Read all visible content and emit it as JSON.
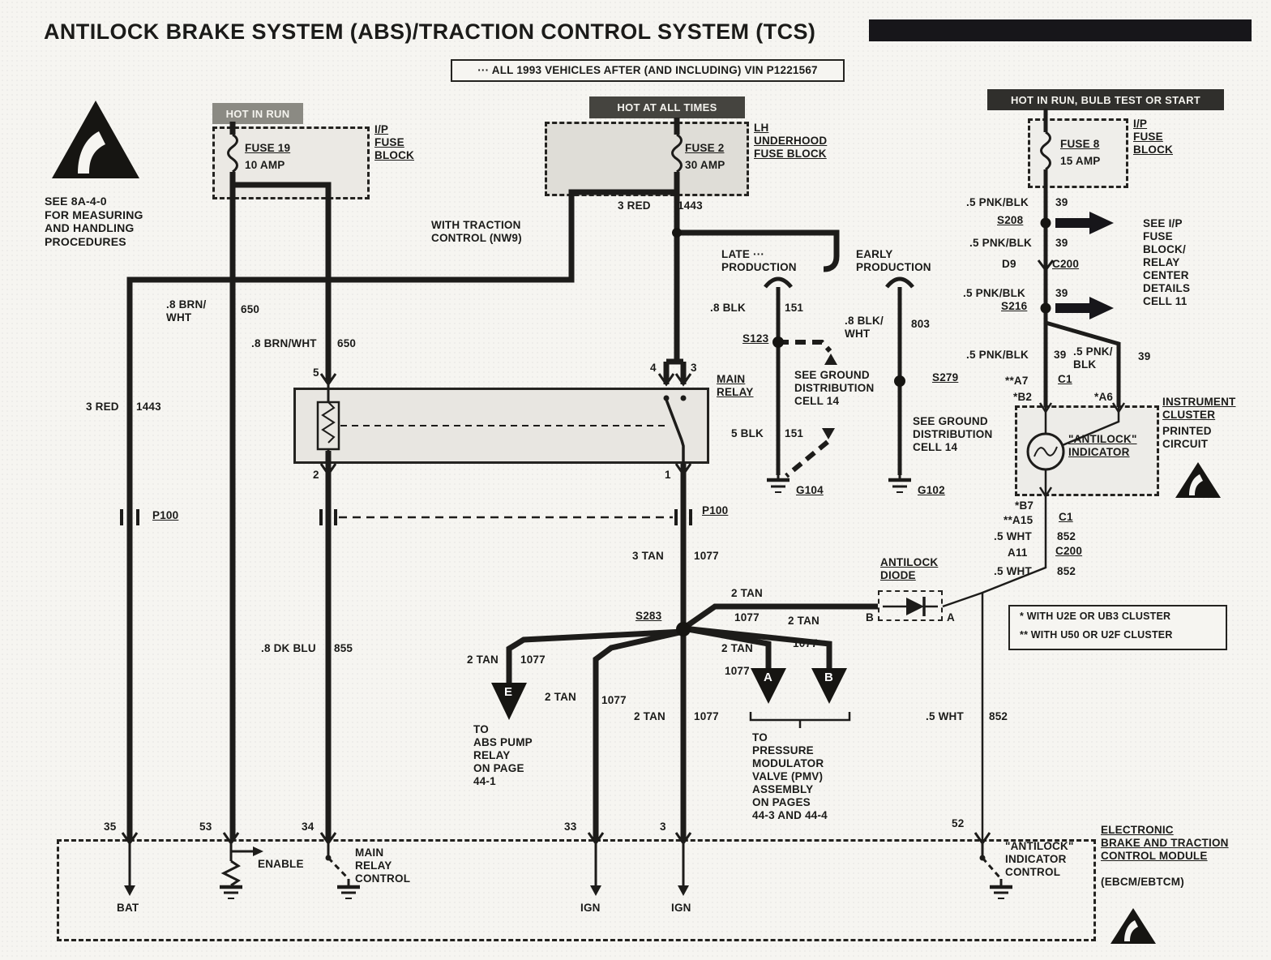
{
  "title": "ANTILOCK BRAKE SYSTEM (ABS)/TRACTION CONTROL SYSTEM (TCS)",
  "vin_note": "··· ALL 1993 VEHICLES AFTER (AND INCLUDING) VIN P1221567",
  "esd_note": "SEE 8A-4-0\nFOR MEASURING\nAND HANDLING\nPROCEDURES",
  "power": {
    "left": "HOT IN RUN",
    "mid": "HOT AT ALL TIMES",
    "right": "HOT IN RUN, BULB TEST OR START"
  },
  "fuses": {
    "f19": {
      "name": "FUSE 19",
      "amp": "10 AMP",
      "block": "I/P\nFUSE\nBLOCK"
    },
    "f2": {
      "name": "FUSE 2",
      "amp": "30 AMP",
      "block": "LH\nUNDERHOOD\nFUSE BLOCK"
    },
    "f8": {
      "name": "FUSE 8",
      "amp": "15 AMP",
      "block": "I/P\nFUSE\nBLOCK"
    }
  },
  "notes": {
    "with_tc": "WITH TRACTION\nCONTROL (NW9)",
    "late": "LATE ···\nPRODUCTION",
    "early": "EARLY\nPRODUCTION",
    "gnd1": "SEE GROUND\nDISTRIBUTION\nCELL 14",
    "gnd2": "SEE GROUND\nDISTRIBUTION\nCELL 14",
    "see_ip": "SEE I/P\nFUSE\nBLOCK/\nRELAY\nCENTER\nDETAILS\nCELL 11",
    "cluster_note1": "*  WITH U2E OR UB3 CLUSTER",
    "cluster_note2": "** WITH U50 OR U2F CLUSTER",
    "to_abs": "TO\nABS PUMP\nRELAY\nON PAGE\n44-1",
    "to_pmv": "TO\nPRESSURE\nMODULATOR\nVALVE (PMV)\nASSEMBLY\nON PAGES\n44-3 AND 44-4"
  },
  "wires": {
    "brnwht1": {
      "gauge": ".8 BRN/\nWHT",
      "ckt": "650"
    },
    "brnwht2": {
      "gauge": ".8 BRN/WHT",
      "ckt": "650"
    },
    "red1": {
      "gauge": "3 RED",
      "ckt": "1443"
    },
    "red2": {
      "gauge": "3 RED",
      "ckt": "1443"
    },
    "dkblu": {
      "gauge": ".8 DK BLU",
      "ckt": "855"
    },
    "blk": {
      "gauge": ".8 BLK",
      "ckt": "151"
    },
    "blkwht": {
      "gauge": ".8 BLK/\nWHT",
      "ckt": "803"
    },
    "blk5": {
      "gauge": "5 BLK",
      "ckt": "151"
    },
    "tan3": {
      "gauge": "3 TAN",
      "ckt": "1077"
    },
    "tan_diode": {
      "gauge": "2 TAN",
      "ckt": "1077"
    },
    "tan_a": {
      "gauge": "2 TAN",
      "ckt": "1077"
    },
    "tan_b": {
      "gauge": "2 TAN",
      "ckt": "1077"
    },
    "tan_e": {
      "gauge": "2 TAN",
      "ckt": "1077"
    },
    "tan_33": {
      "gauge": "2 TAN",
      "ckt": "1077"
    },
    "tan_3": {
      "gauge": "2 TAN",
      "ckt": "1077"
    },
    "pnk1": {
      "gauge": ".5 PNK/BLK",
      "ckt": "39"
    },
    "pnk2": {
      "gauge": ".5 PNK/BLK",
      "ckt": "39"
    },
    "pnk3": {
      "gauge": ".5 PNK/BLK",
      "ckt": "39"
    },
    "pnk4": {
      "gauge": ".5 PNK/BLK",
      "ckt": "39"
    },
    "pnk5": {
      "gauge": ".5 PNK/\nBLK",
      "ckt": "39"
    },
    "wht1": {
      "gauge": ".5 WHT",
      "ckt": "852"
    },
    "wht2": {
      "gauge": ".5 WHT",
      "ckt": "852"
    },
    "wht3": {
      "gauge": ".5 WHT",
      "ckt": "852"
    }
  },
  "connectors": {
    "p100_l": "P100",
    "p100_r": "P100",
    "s123": "S123",
    "s279": "S279",
    "s283": "S283",
    "s208": "S208",
    "s216": "S216",
    "g104": "G104",
    "g102": "G102",
    "c200_top": "C200",
    "c200_bot": "C200",
    "c1_top": "C1",
    "c1_bot": "C1",
    "d9": "D9",
    "a7": "**A7",
    "b2": "*B2",
    "a6": "*A6",
    "b7": "*B7",
    "a15": "**A15",
    "a11": "A11"
  },
  "relay": {
    "label": "MAIN\nRELAY",
    "pins": {
      "p5": "5",
      "p2": "2",
      "p4": "4",
      "p3": "3",
      "p1": "1"
    }
  },
  "diode": {
    "title": "ANTILOCK\nDIODE",
    "pin_b": "B",
    "pin_a": "A"
  },
  "cluster": {
    "label": "\"ANTILOCK\"\nINDICATOR",
    "side1": "INSTRUMENT\nCLUSTER",
    "side2": "PRINTED\nCIRCUIT"
  },
  "arrows": {
    "e": "E",
    "a": "A",
    "b": "B"
  },
  "ebcm": {
    "pins": {
      "p35": "35",
      "p53": "53",
      "p34": "34",
      "p33": "33",
      "p3": "3",
      "p52": "52"
    },
    "bat": "BAT",
    "enable": "ENABLE",
    "main_relay_ctl": "MAIN\nRELAY\nCONTROL",
    "ign1": "IGN",
    "ign2": "IGN",
    "antilock_ctl": "\"ANTILOCK\"\nINDICATOR\nCONTROL",
    "label_u": "ELECTRONIC\nBRAKE AND TRACTION\nCONTROL MODULE",
    "label_p": "(EBCM/EBTCM)"
  }
}
